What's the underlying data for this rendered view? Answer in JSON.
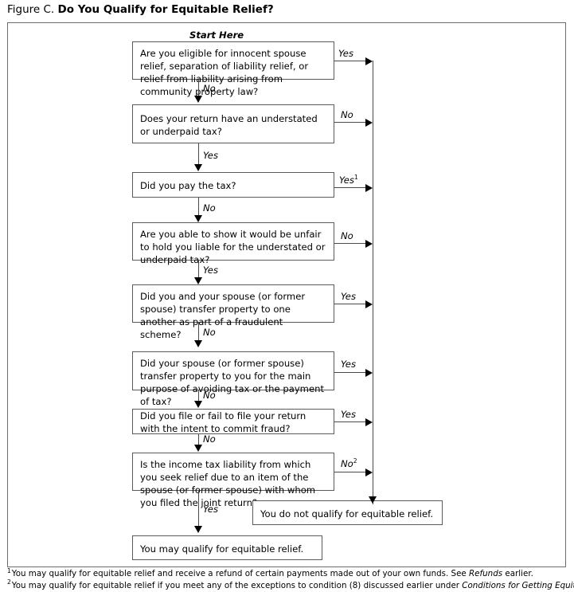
{
  "figure": {
    "label": "Figure C.",
    "title": "Do You Qualify for Equitable Relief?",
    "start_label": "Start Here"
  },
  "nodes": [
    {
      "id": "q1",
      "text": "Are you eligible for innocent spouse relief, separation of liability relief, or relief from liability arising from community property law?"
    },
    {
      "id": "q2",
      "text": "Does your return have an understated or underpaid tax?"
    },
    {
      "id": "q3",
      "text": "Did you pay the tax?"
    },
    {
      "id": "q4",
      "text": "Are you able to show it would be unfair to hold you liable for the understated or underpaid tax?"
    },
    {
      "id": "q5",
      "text": "Did you and your spouse (or former spouse) transfer property to one another as part of a fraudulent scheme?"
    },
    {
      "id": "q6",
      "text": "Did your spouse (or former spouse) transfer property to you for the main purpose of avoiding tax or the payment of tax?"
    },
    {
      "id": "q7",
      "text": "Did you file or fail to file your return with the intent to commit fraud?"
    },
    {
      "id": "q8",
      "text": "Is the income tax liability from which you seek relief due to an item of the spouse (or former spouse) with whom you filed the joint return?"
    },
    {
      "id": "outcome_no",
      "text": "You do not qualify for equitable relief."
    },
    {
      "id": "outcome_yes",
      "text": "You may qualify for equitable relief."
    }
  ],
  "branches": {
    "q1_right": "Yes",
    "q1_down": "No",
    "q2_right": "No",
    "q2_down": "Yes",
    "q3_right": "Yes",
    "q3_right_note": "1",
    "q3_down": "No",
    "q4_right": "No",
    "q4_down": "Yes",
    "q5_right": "Yes",
    "q5_down": "No",
    "q6_right": "Yes",
    "q6_down": "No",
    "q7_right": "Yes",
    "q7_down": "No",
    "q8_right": "No",
    "q8_right_note": "2",
    "q8_down": "Yes"
  },
  "footnotes": [
    {
      "marker": "1",
      "part1": "You may qualify for equitable relief and receive a refund of certain payments made out of your own funds. See ",
      "em": "Refunds",
      "part2": " earlier."
    },
    {
      "marker": "2",
      "part1": "You may qualify for equitable relief if you meet any of the exceptions to condition (8) discussed earlier under ",
      "em": "Conditions for Getting Equitable Relief",
      "part2": "."
    }
  ],
  "colors": {
    "box_border": "#5a5a5a",
    "frame_border": "#6d6d6d",
    "line": "#4a4a4a",
    "arrow": "#000000",
    "text": "#000000",
    "background": "#ffffff"
  }
}
